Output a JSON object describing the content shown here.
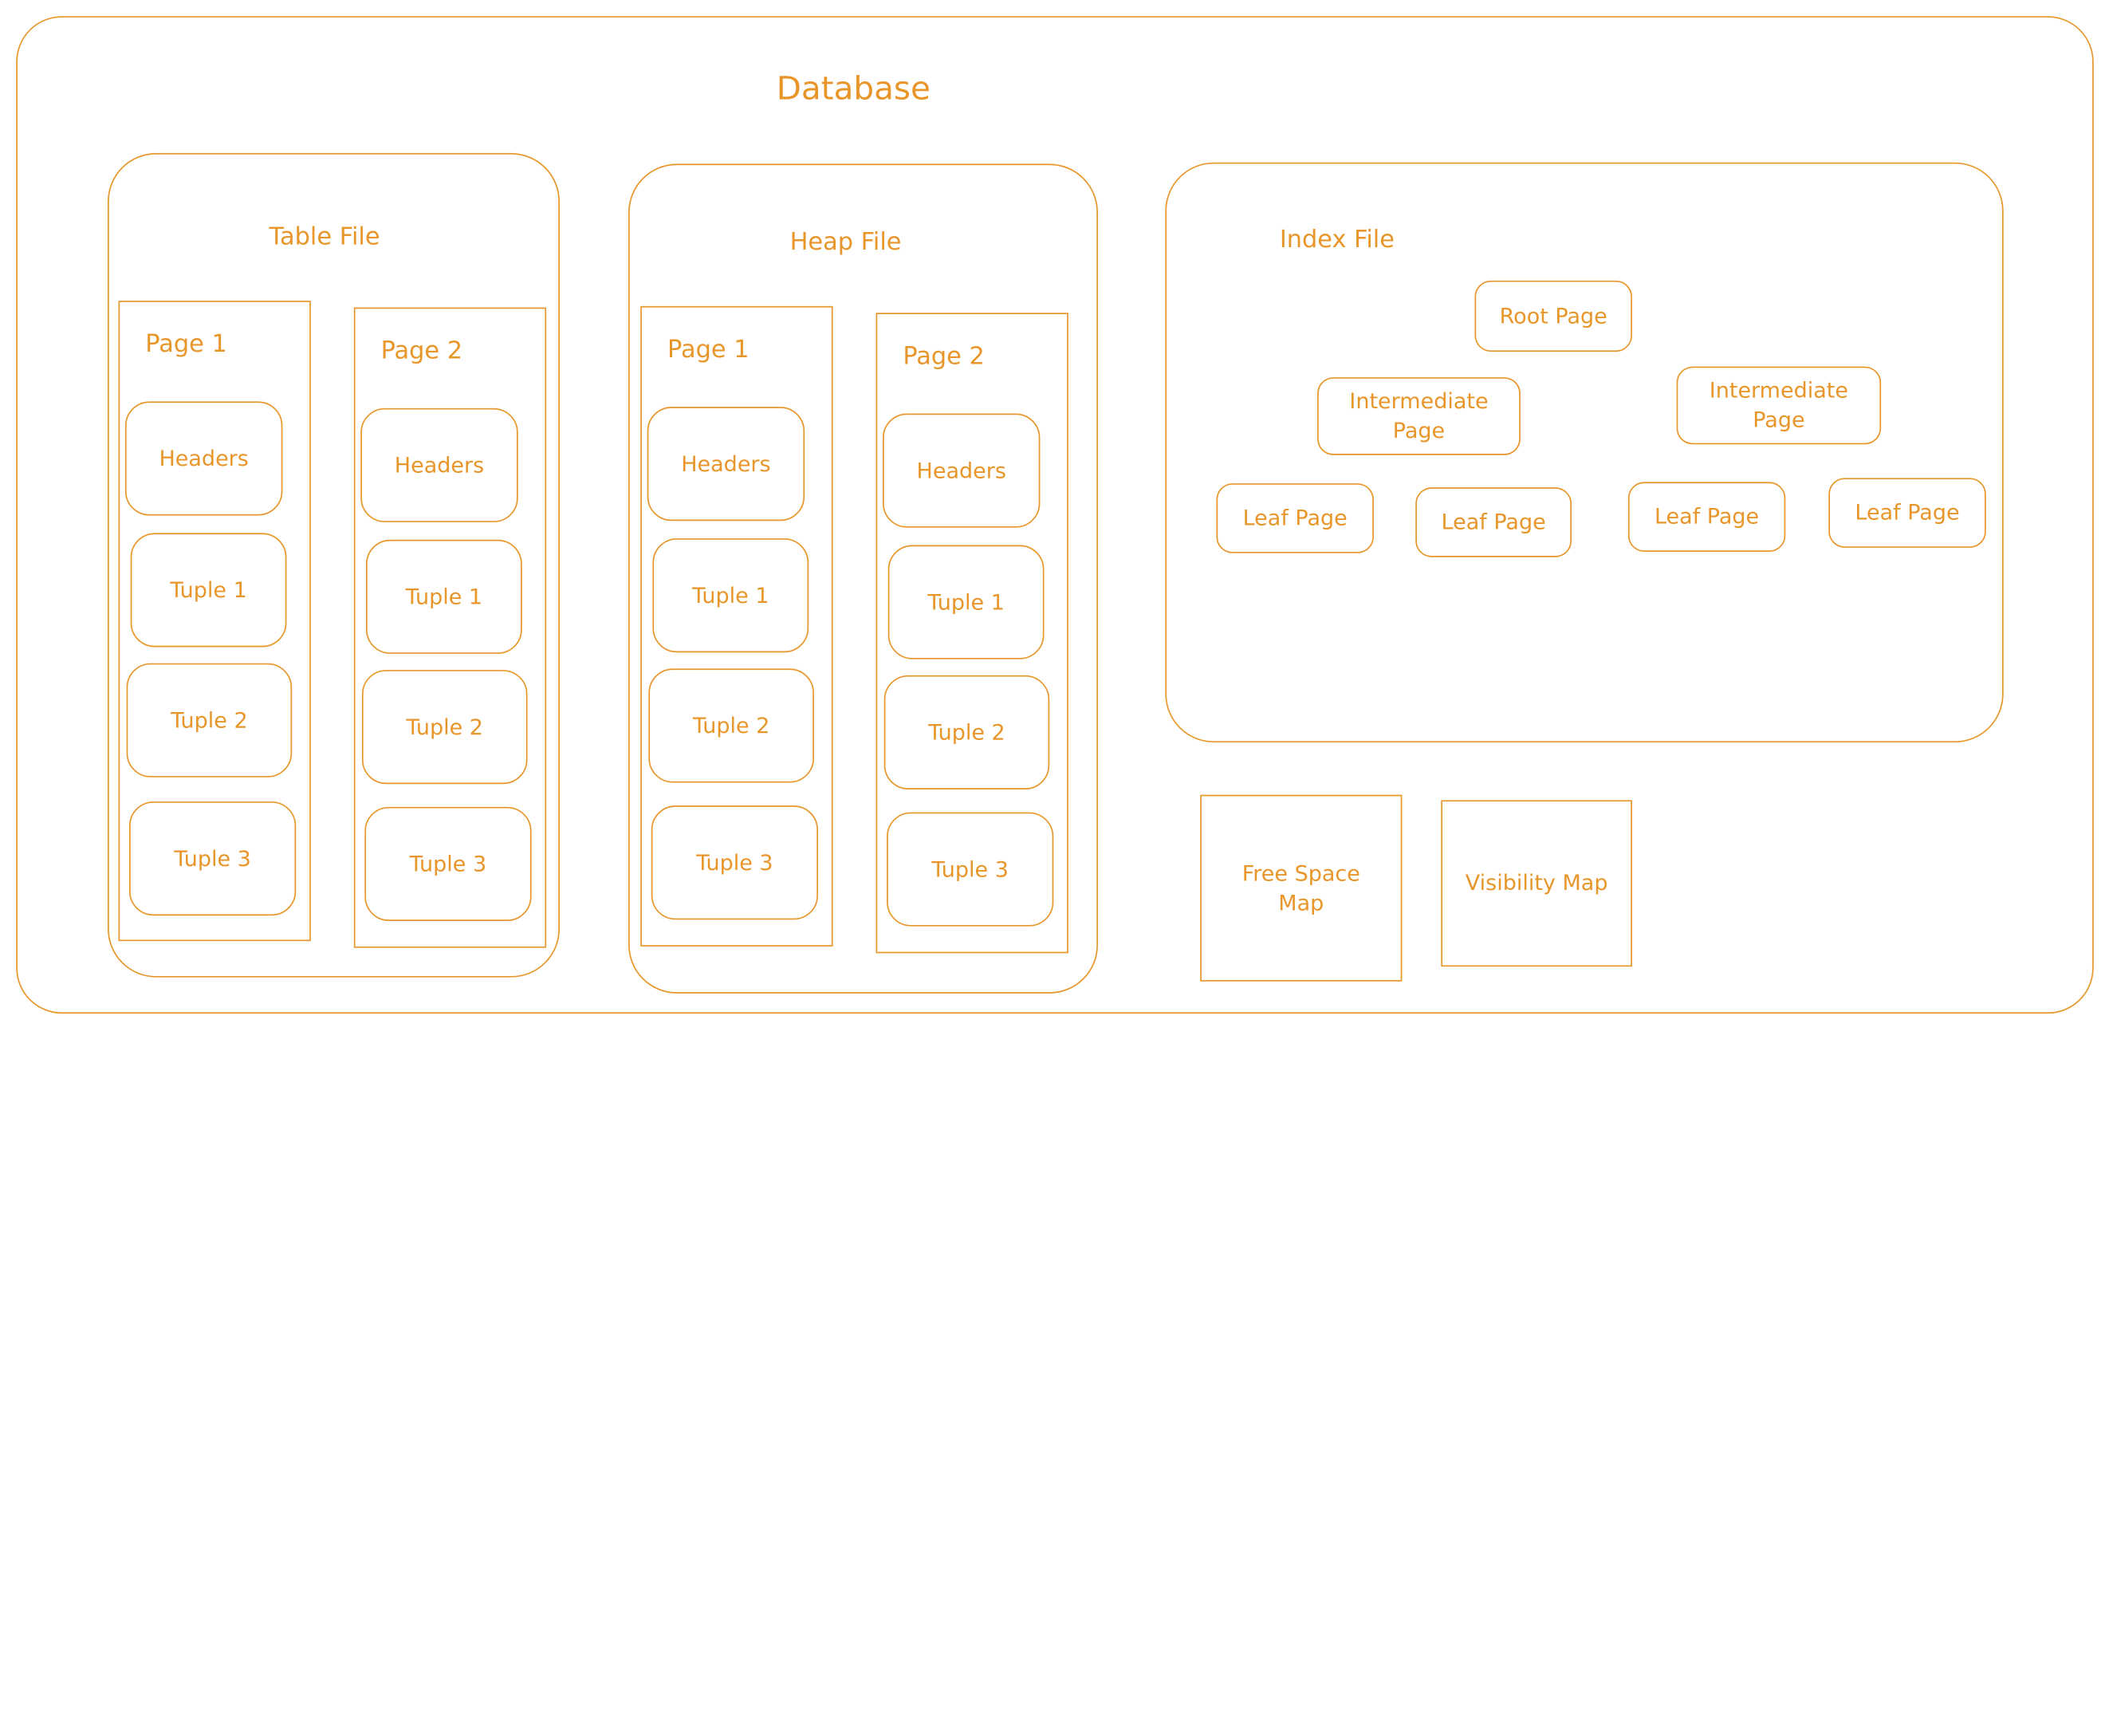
{
  "colors": {
    "stroke": "#e8962a",
    "text": "#e8962a",
    "background": "#ffffff"
  },
  "database": {
    "title": "Database"
  },
  "table_file": {
    "title": "Table File",
    "page1": {
      "title": "Page 1",
      "cells": [
        "Headers",
        "Tuple 1",
        "Tuple 2",
        "Tuple 3"
      ]
    },
    "page2": {
      "title": "Page 2",
      "cells": [
        "Headers",
        "Tuple 1",
        "Tuple 2",
        "Tuple 3"
      ]
    }
  },
  "heap_file": {
    "title": "Heap File",
    "page1": {
      "title": "Page 1",
      "cells": [
        "Headers",
        "Tuple 1",
        "Tuple 2",
        "Tuple 3"
      ]
    },
    "page2": {
      "title": "Page 2",
      "cells": [
        "Headers",
        "Tuple 1",
        "Tuple 2",
        "Tuple 3"
      ]
    }
  },
  "index_file": {
    "title": "Index File",
    "root": "Root Page",
    "intermediate": [
      "Intermediate Page",
      "Intermediate Page"
    ],
    "leaves": [
      "Leaf Page",
      "Leaf Page",
      "Leaf Page",
      "Leaf Page"
    ]
  },
  "free_space_map": "Free Space Map",
  "visibility_map": "Visibility Map"
}
